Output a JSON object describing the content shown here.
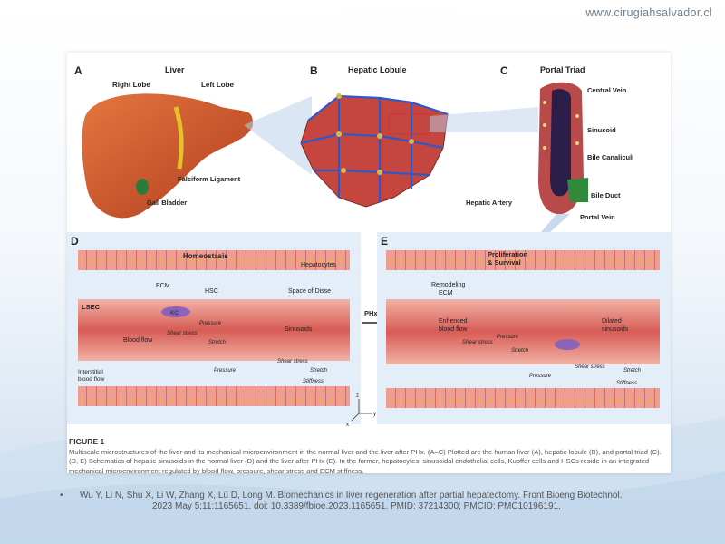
{
  "website": "www.cirugiahsalvador.cl",
  "panels": {
    "A": {
      "letter": "A",
      "title": "Liver",
      "right_lobe": "Right Lobe",
      "left_lobe": "Left Lobe",
      "falciform": "Falciform Ligament",
      "gall": "Gall Bladder"
    },
    "B": {
      "letter": "B",
      "title": "Hepatic Lobule"
    },
    "C": {
      "letter": "C",
      "title": "Portal Triad",
      "central_vein": "Central Vein",
      "sinusoid": "Sinusoid",
      "bile_canaliculi": "Bile  Canaliculi",
      "hepatic_artery": "Hepatic Artery",
      "bile_duct": "Bile Duct",
      "portal_vein": "Portal Vein"
    },
    "D": {
      "letter": "D",
      "title": "Homeostasis",
      "hepatocytes": "Hepatocytes",
      "ecm": "ECM",
      "hsc": "HSC",
      "space_disse": "Space of Disse",
      "lsec": "LSEC",
      "kc": "KC",
      "pressure": "Pressure",
      "shear": "Shear stress",
      "stretch": "Stretch",
      "blood_flow": "Blood flow",
      "sinusoids": "Sinusoids",
      "interstitial": "Interstitial\nblood flow",
      "pressure2": "Pressure",
      "shear2": "Shear stress",
      "stretch2": "Stretch",
      "stiffness": "Stiffness"
    },
    "E": {
      "letter": "E",
      "title": "Proliferation\n& Survival",
      "remodeling": "Remodeling\nECM",
      "enhanced": "Enhenced\nblood flow",
      "pressure": "Pressure",
      "shear": "Shear stress",
      "stretch": "Stretch",
      "dilated": "Dilated\nsinusoids",
      "pressure2": "Pressure",
      "shear2": "Shear stress",
      "stretch2": "Stretch",
      "stiffness": "Stiffness"
    },
    "arrow_label": "PHx",
    "axes": {
      "z": "z",
      "y": "y",
      "x": "x"
    }
  },
  "caption": {
    "label": "FIGURE 1",
    "text": "Multiscale microstructures of the liver and its mechanical microenvironment in the normal liver and the liver after PHx. (A–C) Plotted are the human liver (A), hepatic lobule (B), and portal triad (C). (D, E) Schematics of hepatic sinusoids in the normal liver (D) and the liver after PHx (E). In the former, hepatocytes, sinusoidal endothelial cells, Kupffer cells and HSCs reside in an integrated mechanical microenvironment regulated by blood flow, pressure, shear stress and ECM stiffness."
  },
  "reference": {
    "bullet": "•",
    "line1": "Wu Y, Li N, Shu X, Li W, Zhang X, Lü D, Long M. Biomechanics in liver regeneration after partial hepatectomy. Front Bioeng Biotechnol.",
    "line2": "2023 May 5;11:1165651. doi: 10.3389/fbioe.2023.1165651. PMID: 37214300; PMCID: PMC10196191."
  },
  "colors": {
    "liver": "#c8502b",
    "vessel": "#e8a29a",
    "tube_red": "#d24848",
    "blue": "#2f57c8",
    "panel_bg": "#e3eef8",
    "accent_cell": "#8b63b8"
  }
}
